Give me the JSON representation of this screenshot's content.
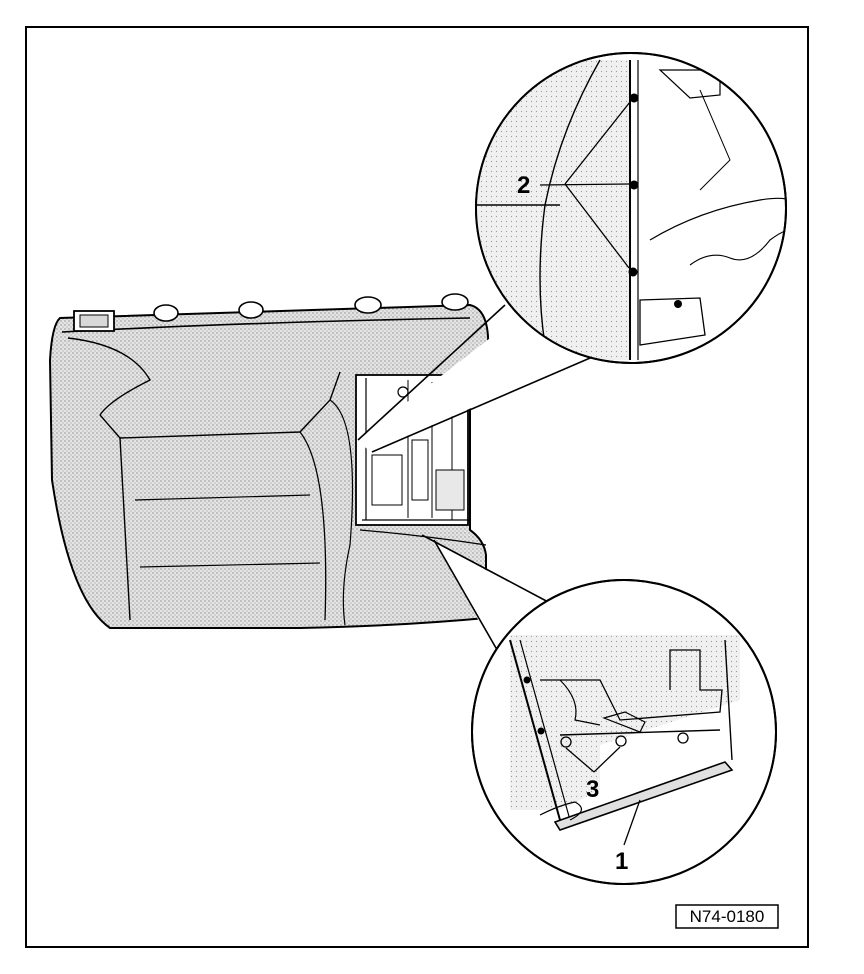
{
  "figure": {
    "figure_id": "N74-0180",
    "callouts": {
      "c1": "1",
      "c2": "2",
      "c3": "3"
    }
  }
}
